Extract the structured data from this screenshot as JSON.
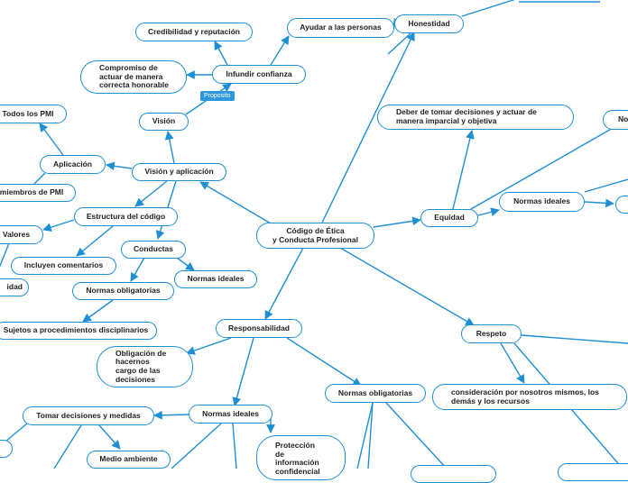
{
  "nodes": {
    "central": "Código de Ética\ny Conducta Profesional",
    "honestidad": "Honestidad",
    "ayudar": "Ayudar a las personas",
    "credibilidad": "Credibilidad y reputación",
    "infundir": "Infundir confianza",
    "compromiso": "Compromiso de\nactuar de manera\ncorrecta honorable",
    "vision": "Visión",
    "todos_pmi": "Todos los PMI",
    "aplicacion": "Aplicación",
    "miembros_pmi": "miembros de PMI",
    "vision_aplicacion": "Visión y aplicación",
    "estructura": "Estructura del código",
    "valores": "Valores",
    "comentarios": "Incluyen comentarios",
    "idad": "idad",
    "conductas": "Conductas",
    "normas_ideales_1": "Normas ideales",
    "normas_obligatorias_1": "Normas obligatorias",
    "sujetos": "Sujetos a procedimientos disciplinarios",
    "deber": "Deber de tomar decisiones y actuar de\nmanera imparcial y objetiva",
    "equidad": "Equidad",
    "normas_ideales_eq": "Normas ideales",
    "no": "No",
    "responsabilidad": "Responsabilidad",
    "obligacion": "Obligación de\nhacernos\ncargo de las\ndecisiones",
    "tomar": "Tomar decisiones y medidas",
    "normas_ideales_r": "Normas ideales",
    "medio": "Medio ambiente",
    "proteccion": "Protección\nde\ninformación\nconfidencial",
    "normas_obligatorias_r": "Normas obligatorias",
    "respeto": "Respeto",
    "consideracion": "consideración por nosotros mismos, los\ndemás y los recursos"
  },
  "tags": {
    "proposito": "Proposito"
  },
  "colors": {
    "line": "#1e8fd3",
    "tag": "#2b97dc"
  }
}
